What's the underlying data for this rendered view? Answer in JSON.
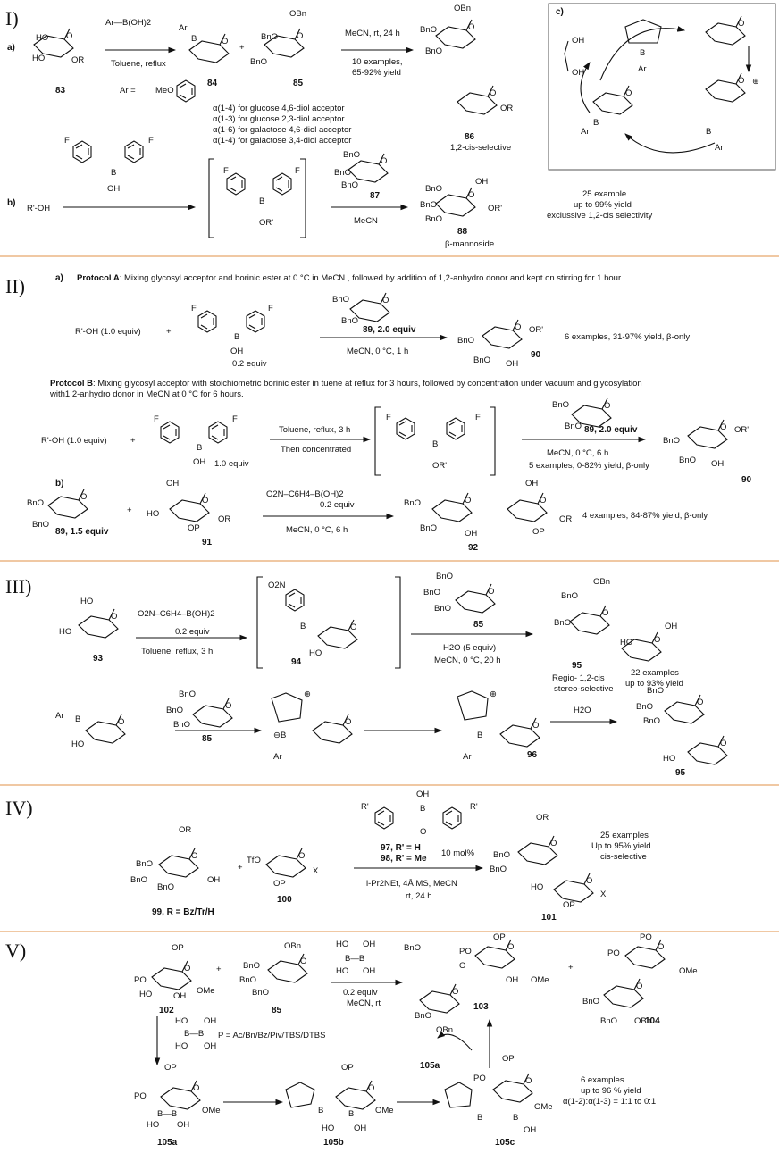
{
  "sections": {
    "s1": {
      "numeral": "I)"
    },
    "s2": {
      "numeral": "II)"
    },
    "s3": {
      "numeral": "III)"
    },
    "s4": {
      "numeral": "IV)"
    },
    "s5": {
      "numeral": "V)"
    }
  },
  "sec1": {
    "a_label": "a)",
    "b_label": "b)",
    "c_label": "c)",
    "reagent_top": "Ar—B(OH)2",
    "cond1": "Toluene, reflux",
    "cond2": "MeCN, rt, 24 h",
    "cond2b": "10 examples,",
    "cond2c": "65-92% yield",
    "ar_eq": "Ar =",
    "meo": "MeO",
    "sel1": "α(1-4) for glucose 4,6-diol acceptor",
    "sel2": "α(1-3) for glucose 2,3-diol acceptor",
    "sel3": "α(1-6) for galactose 4,6-diol acceptor",
    "sel4": "α(1-4) for galactose 3,4-diol acceptor",
    "c83": "83",
    "c84": "84",
    "c85": "85",
    "c86": "86",
    "c87": "87",
    "c88": "88",
    "cis_sel": "1,2-cis-selective",
    "roh": "R'-OH",
    "mecn": "MeCN",
    "res1": "25 example",
    "res2": "up to 99% yield",
    "res3": "exclussive 1,2-cis selectivity",
    "mannoside": "β-mannoside"
  },
  "sec2": {
    "a_label": "a)",
    "b_label": "b)",
    "protA_title": "Protocol A",
    "protA_text": ": Mixing glycosyl acceptor and borinic ester at 0 °C in MeCN , followed by addition of 1,2-anhydro donor and kept on stirring for 1 hour.",
    "roh1": "R'-OH (1.0 equiv)",
    "eq02": "0.2 equiv",
    "d89a": "89, 2.0 equiv",
    "condA": "MeCN, 0 °C, 1 h",
    "resA": "6 examples, 31-97% yield, β-only",
    "c90": "90",
    "protB_title": "Protocol B",
    "protB_text1": ": Mixing glycosyl acceptor with stoichiometric borinic ester in tuene at reflux for 3 hours, followed by concentration under vacuum and glycosylation",
    "protB_text2": "with1,2-anhydro donor in MeCN at 0 °C for 6 hours.",
    "roh2": "R'-OH (1.0 equiv)",
    "eq10": "1.0 equiv",
    "condB1": "Toluene, reflux, 3 h",
    "condB2": "Then concentrated",
    "d89b": "89, 2.0 equiv",
    "condB3": "MeCN, 0 °C, 6 h",
    "resB": "5 examples, 0-82% yield, β-only",
    "d89c": "89, 1.5 equiv",
    "c91": "91",
    "reag_b": "O2N–C6H4–B(OH)2",
    "eq02b": "0.2 equiv",
    "condC": "MeCN, 0 °C, 6 h",
    "c92": "92",
    "resC": "4 examples, 84-87% yield, β-only"
  },
  "sec3": {
    "reag": "O2N–C6H4–B(OH)2",
    "eq": "0.2 equiv",
    "cond1": "Toluene, reflux, 3 h",
    "c93": "93",
    "c94": "94",
    "c85": "85",
    "c95": "95",
    "c96": "96",
    "c85b": "85",
    "c95b": "95",
    "cond2": "H2O (5 equiv)",
    "cond3": "MeCN, 0 °C, 20 h",
    "regio1": "Regio- 1,2-cis",
    "regio2": "stereo-selective",
    "res1": "22 examples",
    "res2": "up to 93% yield",
    "h2o": "H2O",
    "ar": "Ar"
  },
  "sec4": {
    "c97": "97, R' = H",
    "c98": "98, R' = Me",
    "mol": "10 mol%",
    "cond": "i-Pr2NEt, 4Å MS, MeCN",
    "cond2": "rt, 24 h",
    "c99": "99, R = Bz/Tr/H",
    "c100": "100",
    "c101": "101",
    "res1": "25 examples",
    "res2": "Up to 95% yield",
    "res3": "cis-selective",
    "tfo": "TfO"
  },
  "sec5": {
    "eq": "0.2 equiv",
    "cond": "MeCN, rt",
    "c102": "102",
    "c85": "85",
    "c103": "103",
    "c104": "104",
    "c105a": "105a",
    "c105a2": "105a",
    "c105b": "105b",
    "c105c": "105c",
    "p_def": "P = Ac/Bn/Bz/Piv/TBS/DTBS",
    "res1": "6 examples",
    "res2": "up to 96 % yield",
    "res3": "α(1-2):α(1-3) = 1:1 to 0:1"
  }
}
